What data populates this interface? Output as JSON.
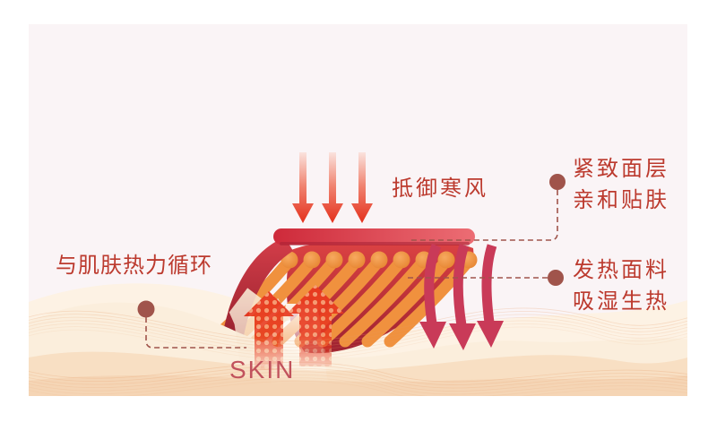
{
  "panel": {
    "background": "#faf4f6"
  },
  "labels": {
    "wind": "抵御寒风",
    "surface": {
      "line1": "紧致面层",
      "line2": "亲和贴肤"
    },
    "heating": {
      "line1": "发热面料",
      "line2": "吸湿生热"
    },
    "circulation": "与肌肤热力循环",
    "skin": "SKIN"
  },
  "colors": {
    "label_text": "#bc3a2e",
    "skin_text": "#c1525c",
    "connector": "#a0544b",
    "wind_arrow_red": "#e4301c",
    "fabric_bar_red": "#ce2a3a",
    "fiber_orange": "#f0913e",
    "fabric_deep_red": "#9c2030",
    "moisture_arrow_pink": "#c93a58",
    "heat_arrow_red": "#e73a20",
    "wave_light": "#fdf2e4",
    "wave_mid": "#fbeedc",
    "wave_deep": "#f4d2b2"
  }
}
